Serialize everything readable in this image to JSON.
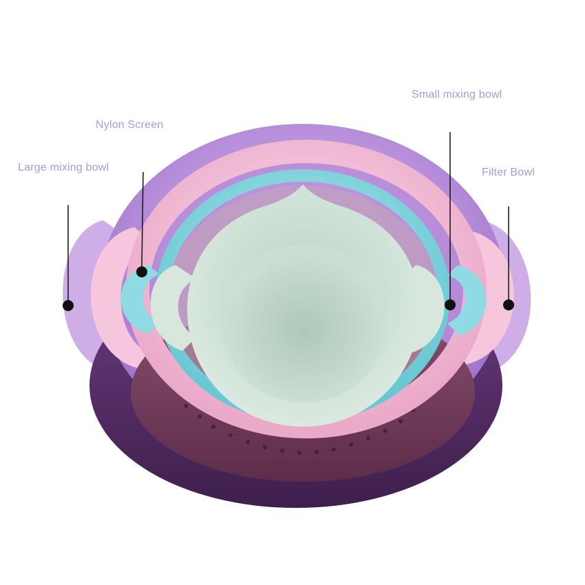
{
  "labels": {
    "large_mixing_bowl": "Large mixing bowl",
    "nylon_screen": "Nylon Screen",
    "small_mixing_bowl": "Small mixing bowl",
    "filter_bowl": "Filter Bowl"
  },
  "colors": {
    "label_text": "#a79bd6",
    "leader_line": "#111111",
    "background": "#ffffff",
    "large_bowl_purple": "#b98fda",
    "pink_bowl": "#f2bcd6",
    "cyan_strainer": "#86d6de",
    "sage_small_bowl": "#c5d9cf"
  }
}
